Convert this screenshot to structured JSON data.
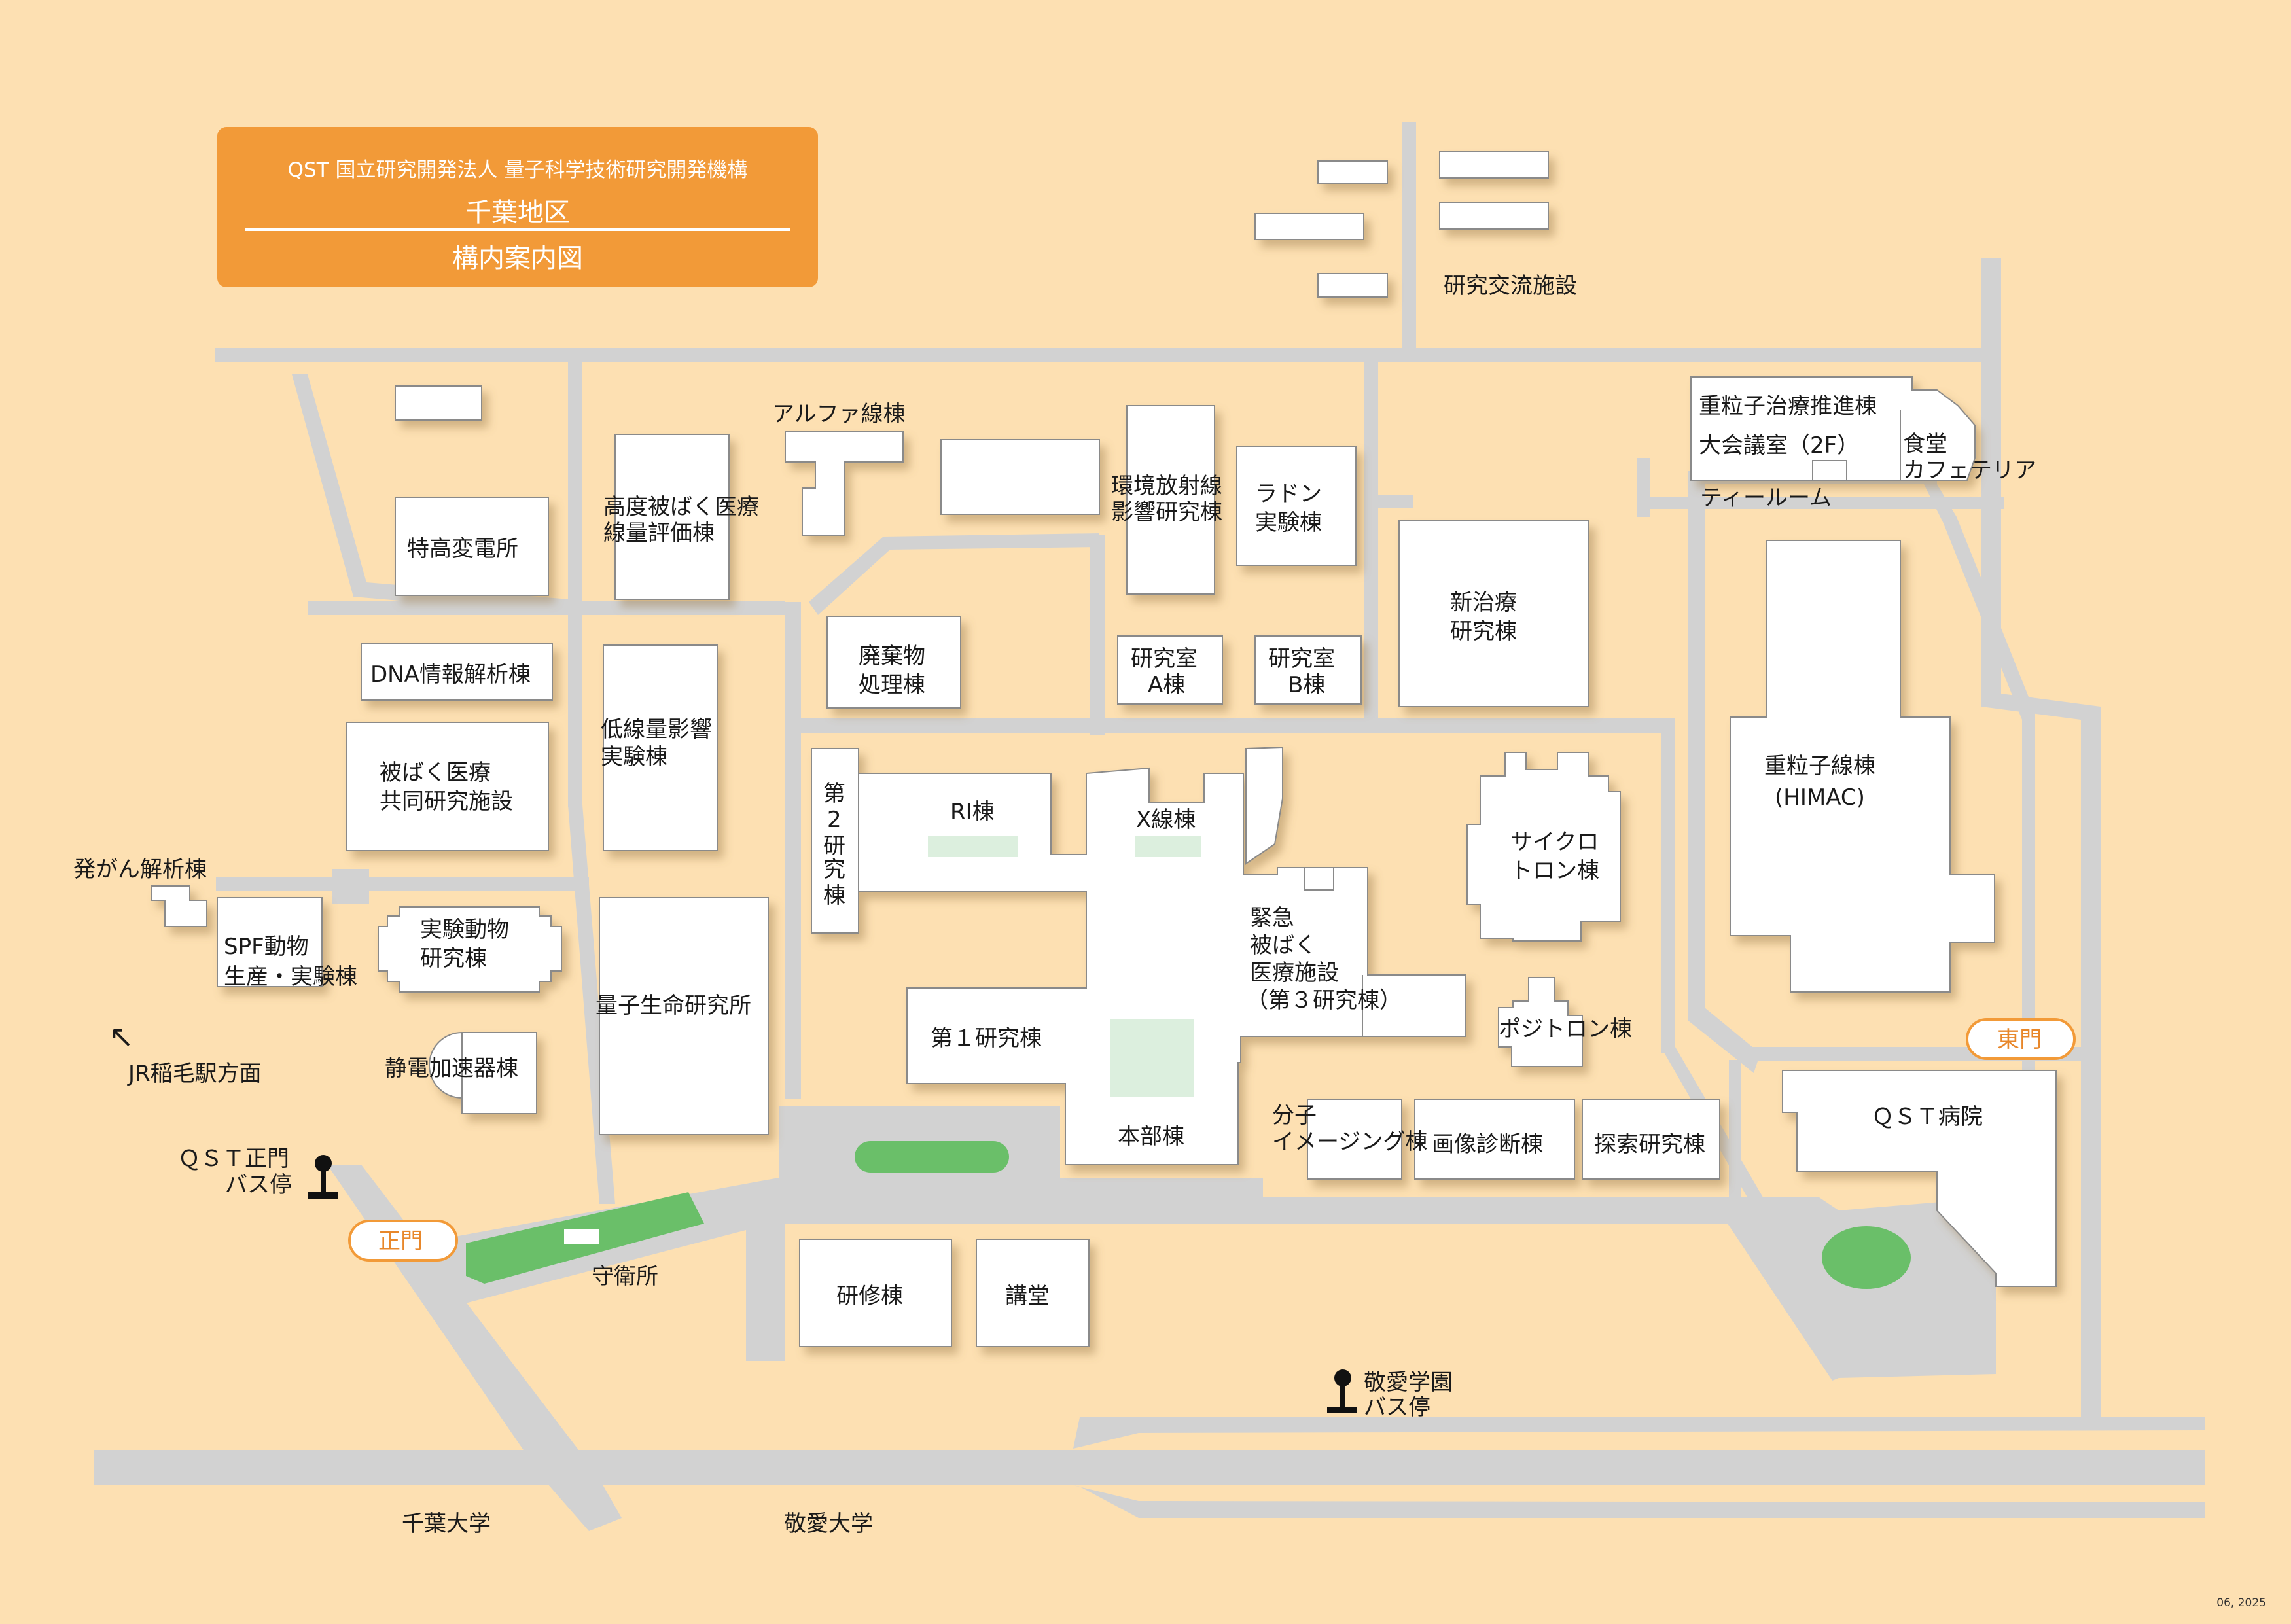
{
  "header": {
    "organization": "QST 国立研究開発法人 量子科学技術研究開発機構",
    "district": "千葉地区",
    "subtitle": "構内案内図"
  },
  "version": "06, 2025",
  "colors": {
    "background": "#fde0b2",
    "road": "#d2d2d2",
    "building": "#ffffff",
    "green": "#6abf69",
    "gate_accent": "#f29a38",
    "title_card": "#f29a38"
  },
  "buildings": {
    "kenkyu_koryu": "研究交流施設",
    "alpha": "アルファ線棟",
    "koudo_1": "高度被ばく医療",
    "koudo_2": "線量評価棟",
    "tokkou": "特高変電所",
    "kankyo_1": "環境放射線",
    "kankyo_2": "影響研究棟",
    "radon_1": "ラドン",
    "radon_2": "実験棟",
    "juryushi_suishin": "重粒子治療推進棟",
    "daikaigi": "大会議室（2F）",
    "shokudo_1": "食堂",
    "shokudo_2": "カフェテリア",
    "tea_room": "ティールーム",
    "shin_chiryo_1": "新治療",
    "shin_chiryo_2": "研究棟",
    "haiki_1": "廃棄物",
    "haiki_2": "処理棟",
    "kenA_1": "研究室",
    "kenA_2": "A棟",
    "kenB_1": "研究室",
    "kenB_2": "B棟",
    "dna": "DNA情報解析棟",
    "teisenryo_1": "低線量影響",
    "teisenryo_2": "実験棟",
    "hibaku_kyodo_1": "被ばく医療",
    "hibaku_kyodo_2": "共同研究施設",
    "dai2_1": "第",
    "dai2_2": "2",
    "dai2_3": "研",
    "dai2_4": "究",
    "dai2_5": "棟",
    "ri": "RI棟",
    "xsen": "X線棟",
    "himac_1": "重粒子線棟",
    "himac_2": "(HIMAC)",
    "cyclotron_1": "サイクロ",
    "cyclotron_2": "トロン棟",
    "hatsugan": "発がん解析棟",
    "spf_1": "SPF動物",
    "spf_2": "生産・実験棟",
    "jikken_dobutsu_1": "実験動物",
    "jikken_dobutsu_2": "研究棟",
    "kinkyu_1": "緊急",
    "kinkyu_2": "被ばく",
    "kinkyu_3": "医療施設",
    "kinkyu_4": "（第３研究棟）",
    "ryoshi_seimei": "量子生命研究所",
    "dai1": "第１研究棟",
    "positron": "ポジトロン棟",
    "seiden": "静電加速器棟",
    "honbu": "本部棟",
    "bunshi_1": "分子",
    "bunshi_2": "イメージング棟",
    "gazou": "画像診断棟",
    "tansaku": "探索研究棟",
    "hospital": "ＱＳＴ病院",
    "shuei": "守衛所",
    "kenshu": "研修棟",
    "kodo": "講堂"
  },
  "gates": {
    "main": "正門",
    "east": "東門"
  },
  "bus_stops": {
    "qst_1": "ＱＳＴ正門",
    "qst_2": "バス停",
    "keiai_1": "敬愛学園",
    "keiai_2": "バス停"
  },
  "directions": {
    "jr": "JR稲毛駅方面",
    "jr_arrow": "↖"
  },
  "landmarks": {
    "chiba_univ": "千葉大学",
    "keiai_univ": "敬愛大学"
  }
}
